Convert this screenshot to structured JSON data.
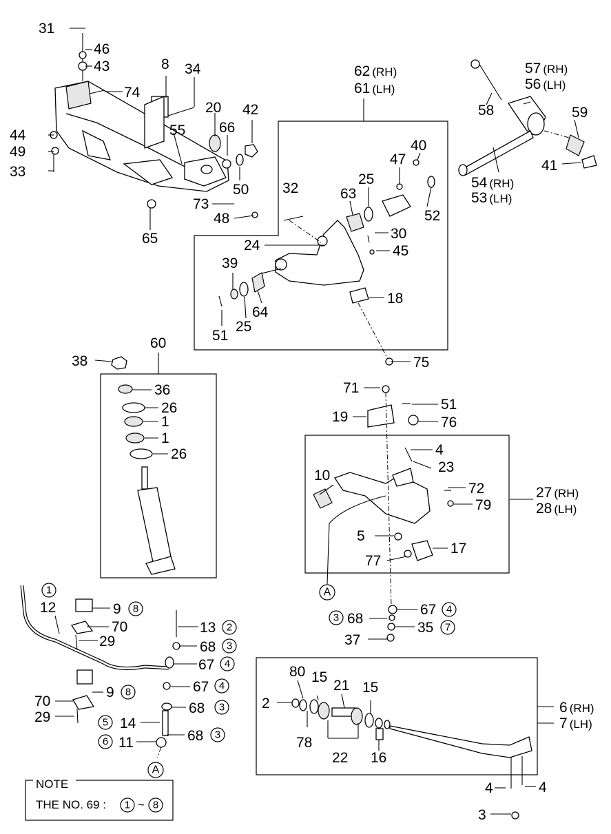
{
  "labels": {
    "p31": "31",
    "p46": "46",
    "p43": "43",
    "p8": "8",
    "p34": "34",
    "p74": "74",
    "p20": "20",
    "p66": "66",
    "p42": "42",
    "p44": "44",
    "p49": "49",
    "p33": "33",
    "p55": "55",
    "p50": "50",
    "p73": "73",
    "p48": "48",
    "p65": "65",
    "p62": "62",
    "p61": "61",
    "p40": "40",
    "p47": "47",
    "p25a": "25",
    "p63": "63",
    "p32": "32",
    "p52": "52",
    "p30": "30",
    "p24": "24",
    "p45": "45",
    "p39": "39",
    "p18": "18",
    "p64": "64",
    "p51a": "51",
    "p25b": "25",
    "p75": "75",
    "p57": "57",
    "p56": "56",
    "p58": "58",
    "p59": "59",
    "p54": "54",
    "p53": "53",
    "p41": "41",
    "p38": "38",
    "p60": "60",
    "p36": "36",
    "p26a": "26",
    "p1a": "1",
    "p1b": "1",
    "p26b": "26",
    "p71": "71",
    "p51b": "51",
    "p19": "19",
    "p76": "76",
    "p4a": "4",
    "p23": "23",
    "p10": "10",
    "p72": "72",
    "p79": "79",
    "p27": "27",
    "p28": "28",
    "p5": "5",
    "p17": "17",
    "p77": "77",
    "p68a": "68",
    "p67a": "67",
    "p35": "35",
    "p37": "37",
    "p12": "12",
    "p9a": "9",
    "p70a": "70",
    "p29a": "29",
    "p13": "13",
    "p68b": "68",
    "p67b": "67",
    "p9b": "9",
    "p70b": "70",
    "p29b": "29",
    "p67c": "67",
    "p68c": "68",
    "p14": "14",
    "p11": "11",
    "p68d": "68",
    "p80": "80",
    "p15a": "15",
    "p21": "21",
    "p15b": "15",
    "p2": "2",
    "p78": "78",
    "p22": "22",
    "p16": "16",
    "p6": "6",
    "p7": "7",
    "p4b": "4",
    "p4c": "4",
    "p3": "3"
  },
  "suffix": {
    "rh": "(RH)",
    "lh": "(LH)"
  },
  "circled": {
    "c1": "1",
    "c2": "2",
    "c3": "3",
    "c4": "4",
    "c5": "5",
    "c6": "6",
    "c7": "7",
    "c8": "8"
  },
  "refs": {
    "a": "A"
  },
  "note": {
    "title": "NOTE",
    "text": "THE NO. 69 :",
    "tilde": "~",
    "from": "1",
    "to": "8"
  }
}
